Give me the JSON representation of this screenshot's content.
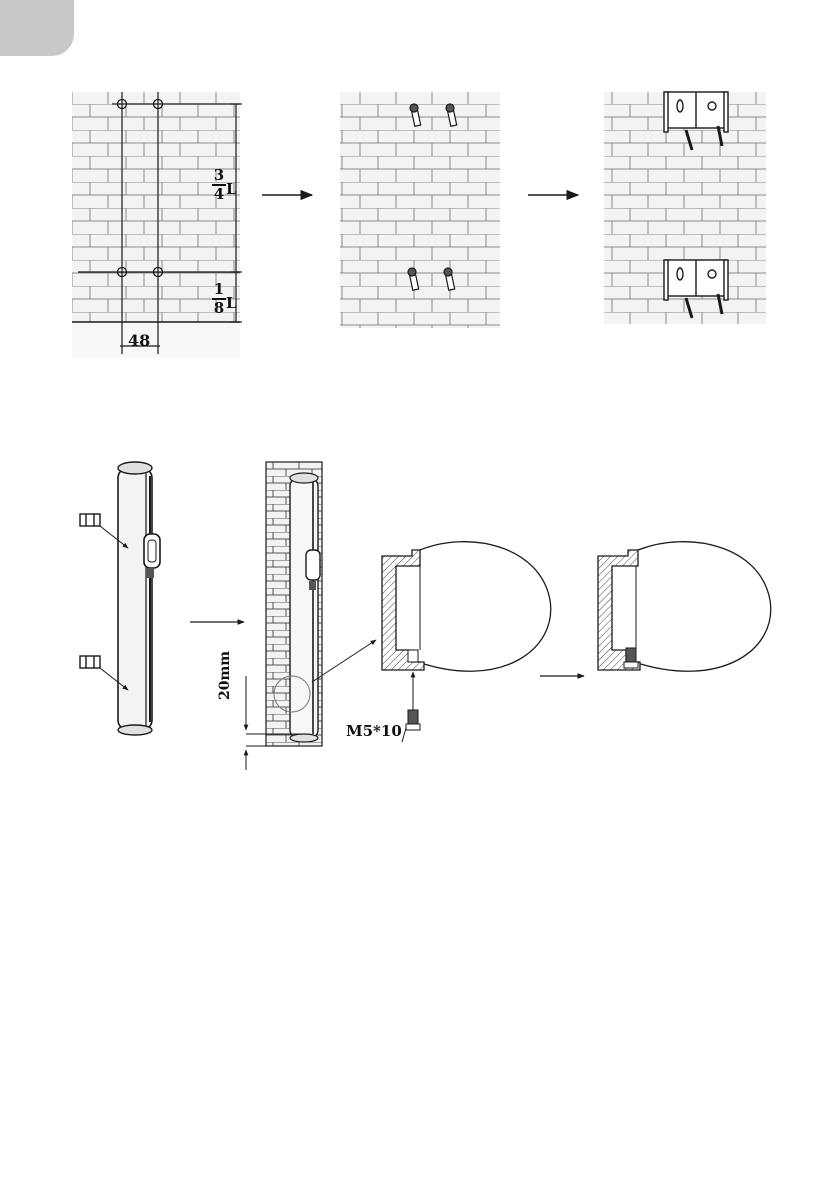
{
  "labels": {
    "dim_width": "48",
    "frac_upper_num": "3",
    "frac_upper_den": "4",
    "frac_upper_unit": "L",
    "frac_lower_num": "1",
    "frac_lower_den": "8",
    "frac_lower_unit": "L",
    "dim_bottom_gap": "20mm",
    "screw_spec": "M5*10"
  },
  "colors": {
    "line": "#1a1a1a",
    "wall_fill": "#f2f2f2",
    "brick_line": "#8a8a8a",
    "tab": "#c8c8c8"
  }
}
